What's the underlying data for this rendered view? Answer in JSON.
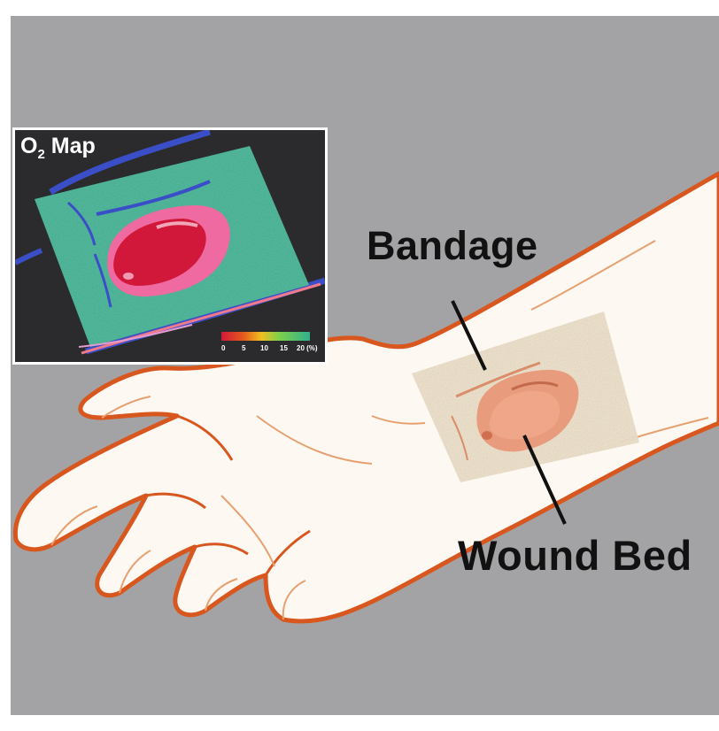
{
  "labels": {
    "bandage": "Bandage",
    "wound_bed": "Wound Bed"
  },
  "inset": {
    "title_main": "O",
    "title_sub": "2",
    "title_suffix": " Map",
    "colorbar_ticks": [
      "0",
      "5",
      "10",
      "15",
      "20 (%)"
    ]
  },
  "colors": {
    "background": "#a3a3a5",
    "skin_fill": "#fdf8f2",
    "skin_outline": "#d8571e",
    "bandage": "#efe0c6",
    "wound": "#e89070",
    "o2_high": "#2fb08c",
    "o2_low": "#d1183a",
    "vessel": "#3a4fc7"
  }
}
